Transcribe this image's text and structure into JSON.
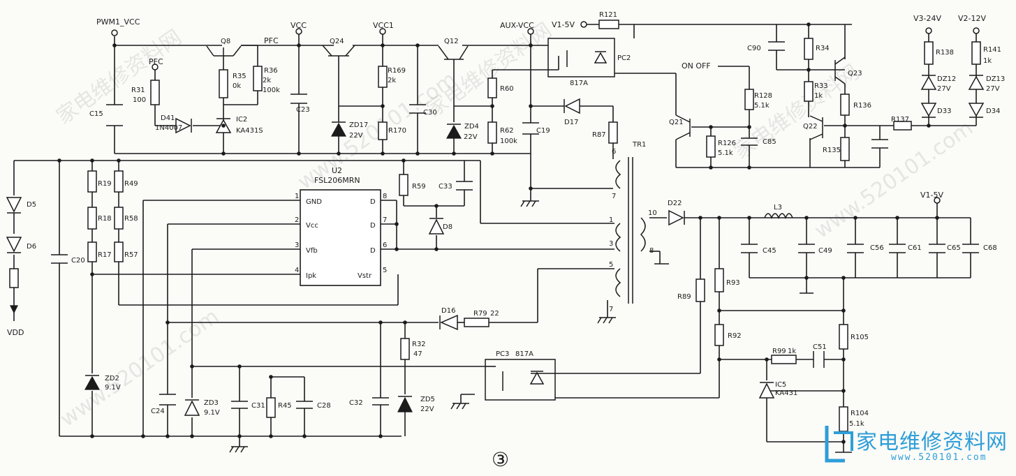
{
  "figure_number": "③",
  "watermarks": [
    "家电维修资料网",
    "www.520101.com",
    "家电维修资料网",
    "www.520101.com",
    "家电维修资料网",
    "www.520101.com"
  ],
  "logo": {
    "text": "家电维修资料网",
    "url": "www.520101.com"
  },
  "ic": {
    "ref": "U2",
    "part": "FSL206MRN",
    "pins": [
      {
        "num": "1",
        "name": "GND"
      },
      {
        "num": "2",
        "name": "Vcc"
      },
      {
        "num": "3",
        "name": "Vfb"
      },
      {
        "num": "4",
        "name": "Ipk"
      },
      {
        "num": "8",
        "name": "D"
      },
      {
        "num": "7",
        "name": "D"
      },
      {
        "num": "6",
        "name": "D"
      },
      {
        "num": "5",
        "name": "Vstr"
      }
    ]
  },
  "rails": [
    "PWM1_VCC",
    "PFC",
    "VCC",
    "VCC1",
    "AUX-VCC",
    "V1-5V",
    "V3-24V",
    "V2-12V",
    "V1-5V",
    "VDD",
    "PFC",
    "ON OFF"
  ],
  "labels": [
    "Q8",
    "R35",
    "0k",
    "R36",
    "2k",
    "100k",
    "R31",
    "100",
    "D41",
    "1N4007",
    "IC2",
    "KA431S",
    "C15",
    "C23",
    "Q24",
    "ZD17",
    "22V",
    "R169",
    "2k",
    "R170",
    "C30",
    "Q12",
    "R60",
    "ZD4",
    "22V",
    "R62",
    "100k",
    "C19",
    "D17",
    "R87",
    "PC2",
    "817A",
    "R121",
    "C90",
    "R34",
    "Q23",
    "R33",
    "1k",
    "R136",
    "R128",
    "5.1k",
    "Q21",
    "R126",
    "5.1k",
    "C85",
    "Q22",
    "R135",
    "R137",
    "R138",
    "DZ12",
    "27V",
    "D33",
    "R141",
    "1k",
    "DZ13",
    "27V",
    "D34",
    "D5",
    "D6",
    "C20",
    "R19",
    "R49",
    "R18",
    "R58",
    "R17",
    "R57",
    "ZD2",
    "9.1V",
    "R59",
    "C33",
    "D8",
    "TR1",
    "6",
    "7",
    "1",
    "3",
    "5",
    "7",
    "10",
    "8",
    "D22",
    "L3",
    "C45",
    "C49",
    "C56",
    "C61",
    "C65",
    "C68",
    "R89",
    "R93",
    "R92",
    "R105",
    "R99",
    "1k",
    "C51",
    "IC5",
    "KA431",
    "R104",
    "5.1k",
    "D16",
    "R79",
    "22",
    "R32",
    "47",
    "PC3",
    "817A",
    "ZD5",
    "22V",
    "C32",
    "C24",
    "ZD3",
    "9.1V",
    "C31",
    "R45",
    "C28"
  ]
}
